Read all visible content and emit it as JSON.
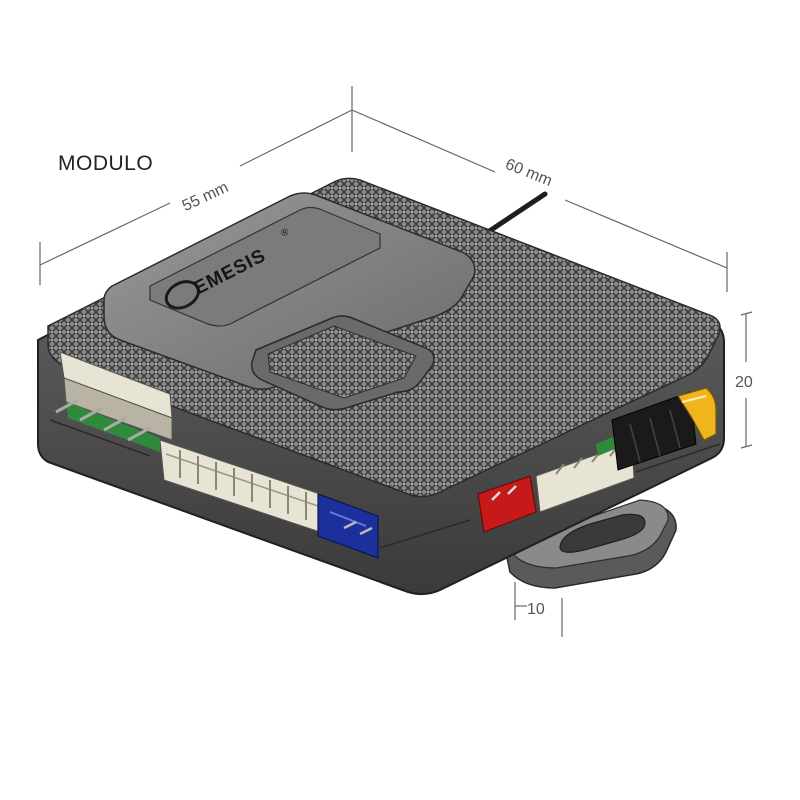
{
  "title": "MODULO",
  "brand": {
    "name": "EMESIS",
    "mark": "®"
  },
  "dimensions": {
    "width": "55 mm",
    "depth": "60 mm",
    "height": "20",
    "tab": "10"
  },
  "colors": {
    "housing": "#6e6e6e",
    "housing_dark": "#3f3f3f",
    "connector_white": "#e8e4d4",
    "connector_blue": "#1c2f9b",
    "connector_red": "#c61a1a",
    "connector_yellow": "#f0b51c",
    "connector_black": "#1a1a1a",
    "pcb_green": "#2f8a3b",
    "dimension_line": "#666666"
  }
}
